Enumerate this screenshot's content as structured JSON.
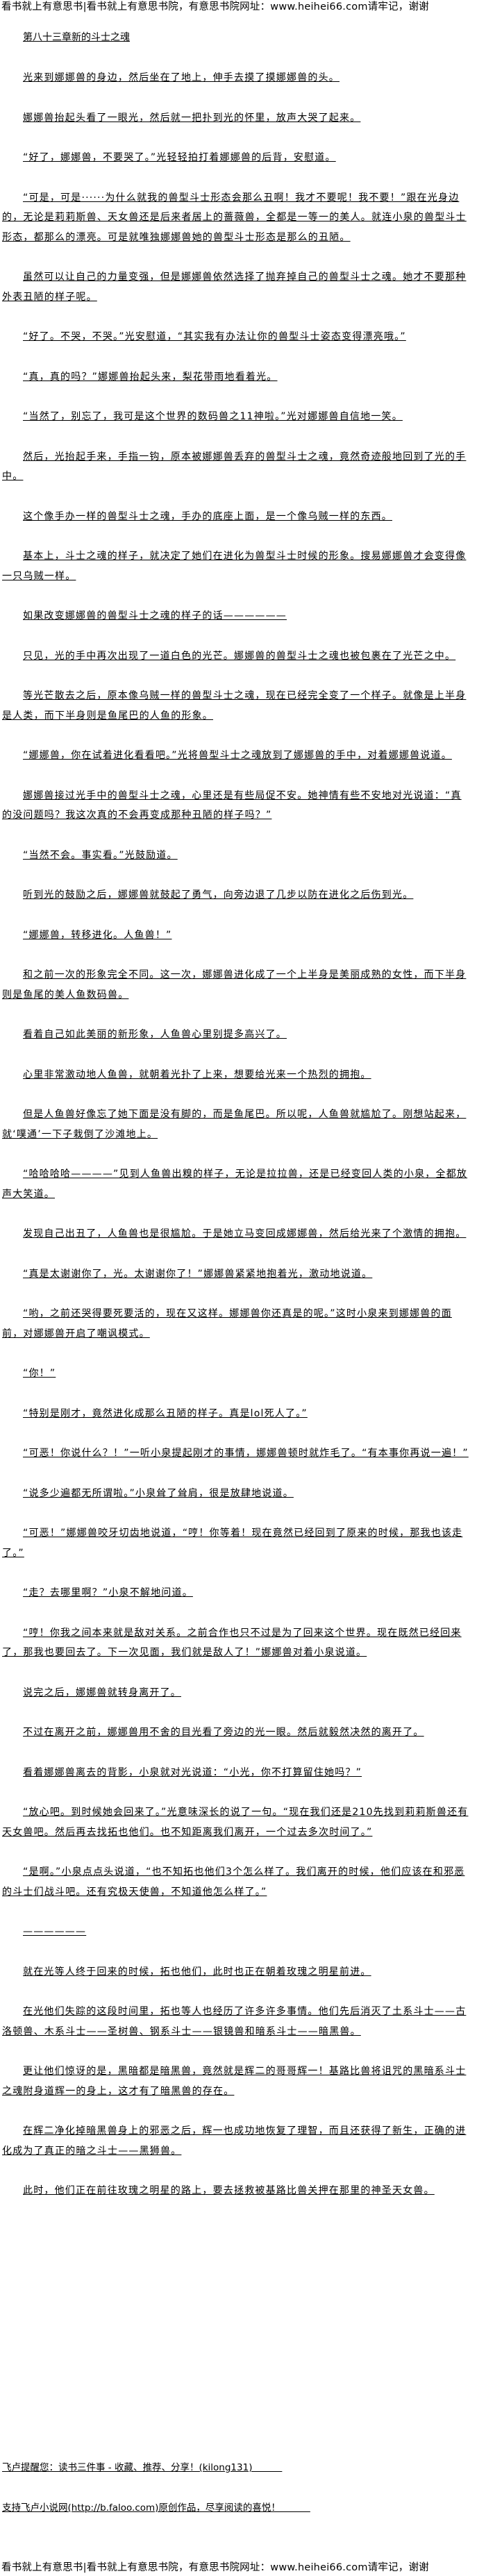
{
  "banner": "看书就上有意思书|看书就上有意思书院，有意思书院网址：www.heihei66.com请牢记，谢谢",
  "chapter_title": "第八十三章新的斗士之魂",
  "paragraphs": [
    "光来到娜娜兽的身边，然后坐在了地上，伸手去摸了摸娜娜兽的头。",
    "娜娜兽抬起头看了一眼光，然后就一把扑到光的怀里，放声大哭了起来。",
    "“好了，娜娜兽，不要哭了。”光轻轻拍打着娜娜兽的后背，安慰道。",
    "“可是，可是······为什么就我的兽型斗士形态会那么丑啊！我才不要呢！我不要！”跟在光身边的，无论是莉莉斯兽、天女兽还是后来者居上的蔷薇兽，全都是一等一的美人。就连小泉的兽型斗士形态，都那么的漂亮。可是就唯独娜娜兽她的兽型斗士形态是那么的丑陋。",
    "虽然可以让自己的力量变强，但是娜娜兽依然选择了抛弃掉自己的兽型斗士之魂。她才不要那种外表丑陋的样子呢。",
    "“好了。不哭，不哭。”光安慰道，“其实我有办法让你的兽型斗士姿态变得漂亮哦。”",
    "“真，真的吗？”娜娜兽抬起头来，梨花带雨地看着光。",
    "“当然了，别忘了，我可是这个世界的数码兽之11神啦。”光对娜娜兽自信地一笑。",
    "然后，光抬起手来，手指一钩，原本被娜娜兽丢弃的兽型斗士之魂，竟然奇迹般地回到了光的手中。",
    "这个像手办一样的兽型斗士之魂，手办的底座上面，是一个像乌贼一样的东西。",
    "基本上，斗士之魂的样子，就决定了她们在进化为兽型斗士时候的形象。搜易娜娜兽才会变得像一只乌贼一样。",
    "如果改变娜娜兽的兽型斗士之魂的样子的话——————",
    "只见，光的手中再次出现了一道白色的光芒。娜娜兽的兽型斗士之魂也被包裹在了光芒之中。",
    "等光芒散去之后，原本像乌贼一样的兽型斗士之魂，现在已经完全变了一个样子。就像是上半身是人类，而下半身则是鱼尾巴的人鱼的形象。",
    "“娜娜兽，你在试着进化看看吧。”光将兽型斗士之魂放到了娜娜兽的手中，对着娜娜兽说道。",
    "娜娜兽接过光手中的兽型斗士之魂，心里还是有些局促不安。她神情有些不安地对光说道：“真的没问题吗？我这次真的不会再变成那种丑陋的样子吗？”",
    "“当然不会。事实看。”光鼓励道。",
    "听到光的鼓励之后，娜娜兽就鼓起了勇气，向旁边退了几步以防在进化之后伤到光。",
    "“娜娜兽，转移进化。人鱼兽！”",
    "和之前一次的形象完全不同。这一次，娜娜兽进化成了一个上半身是美丽成熟的女性，而下半身则是鱼尾的美人鱼数码兽。",
    "看着自己如此美丽的新形象，人鱼兽心里别提多高兴了。",
    "心里非常激动地人鱼兽，就朝着光扑了上来，想要给光来一个热烈的拥抱。",
    "但是人鱼兽好像忘了她下面是没有脚的，而是鱼尾巴。所以呢，人鱼兽就尴尬了。刚想站起来，就‘噗通’一下子栽倒了沙滩地上。",
    "“哈哈哈哈————”见到人鱼兽出糗的样子，无论是拉拉兽，还是已经变回人类的小泉，全都放声大笑道。",
    "发现自己出丑了，人鱼兽也是很尴尬。于是她立马变回成娜娜兽，然后给光来了个激情的拥抱。",
    "“真是太谢谢你了，光。太谢谢你了！”娜娜兽紧紧地抱着光，激动地说道。",
    "“哟，之前还哭得要死要活的，现在又这样。娜娜兽你还真是的呢。”这时小泉来到娜娜兽的面前，对娜娜兽开启了嘲讽模式。",
    "“你！”",
    "“特别是刚才，竟然进化成那么丑陋的样子。真是lol死人了。”",
    "“可恶！你说什么？！”一听小泉提起刚才的事情，娜娜兽顿时就炸毛了。“有本事你再说一遍！”",
    "“说多少遍都无所谓啦。”小泉耸了耸肩，很是放肆地说道。",
    "“可恶！”娜娜兽咬牙切齿地说道，“哼！你等着！现在竟然已经回到了原来的时候，那我也该走了。”",
    "“走？去哪里啊？”小泉不解地问道。",
    "“哼！你我之间本来就是敌对关系。之前合作也只不过是为了回来这个世界。现在既然已经回来了，那我也要回去了。下一次见面，我们就是敌人了！”娜娜兽对着小泉说道。",
    "说完之后，娜娜兽就转身离开了。",
    "不过在离开之前，娜娜兽用不舍的目光看了旁边的光一眼。然后就毅然决然的离开了。",
    "看着娜娜兽离去的背影，小泉就对光说道：“小光，你不打算留住她吗？”",
    "“放心吧。到时候她会回来了。”光意味深长的说了一句。“现在我们还是210先找到莉莉斯兽还有天女兽吧。然后再去找拓也他们。也不知距离我们离开，一个过去多次时间了。”",
    "“是啊。”小泉点点头说道，“也不知拓也他们3个怎么样了。我们离开的时候，他们应该在和邪恶的斗士们战斗吧。还有究极天使兽，不知道他怎么样了。”",
    "——————",
    "就在光等人终于回来的时候，拓也他们，此时也正在朝着玫瑰之明星前进。",
    "在光他们失踪的这段时间里，拓也等人也经历了许多许多事情。他们先后消灭了土系斗士——古洛顿兽、木系斗士——圣树兽、钢系斗士——银镜兽和暗系斗士——暗黑兽。",
    "更让他们惊讶的是，黑暗都是暗黑兽，竟然就是辉二的哥哥辉一！基路比兽将诅咒的黑暗系斗士之魂附身道辉一的身上，这才有了暗黑兽的存在。",
    "在辉二净化掉暗黑兽身上的邪恶之后，辉一也成功地恢复了理智，而且还获得了新生，正确的进化成为了真正的暗之斗士——黑狮兽。",
    "此时，他们正在前往玫瑰之明星的路上，要去拯救被基路比兽关押在那里的神圣天女兽。"
  ],
  "footer_notes": [
    "飞卢提醒您：读书三件事 - 收藏、推荐、分享！(kilong131)          ",
    "支持飞卢小说网(http://b.faloo.com)原创作品，尽享阅读的喜悦！          "
  ]
}
